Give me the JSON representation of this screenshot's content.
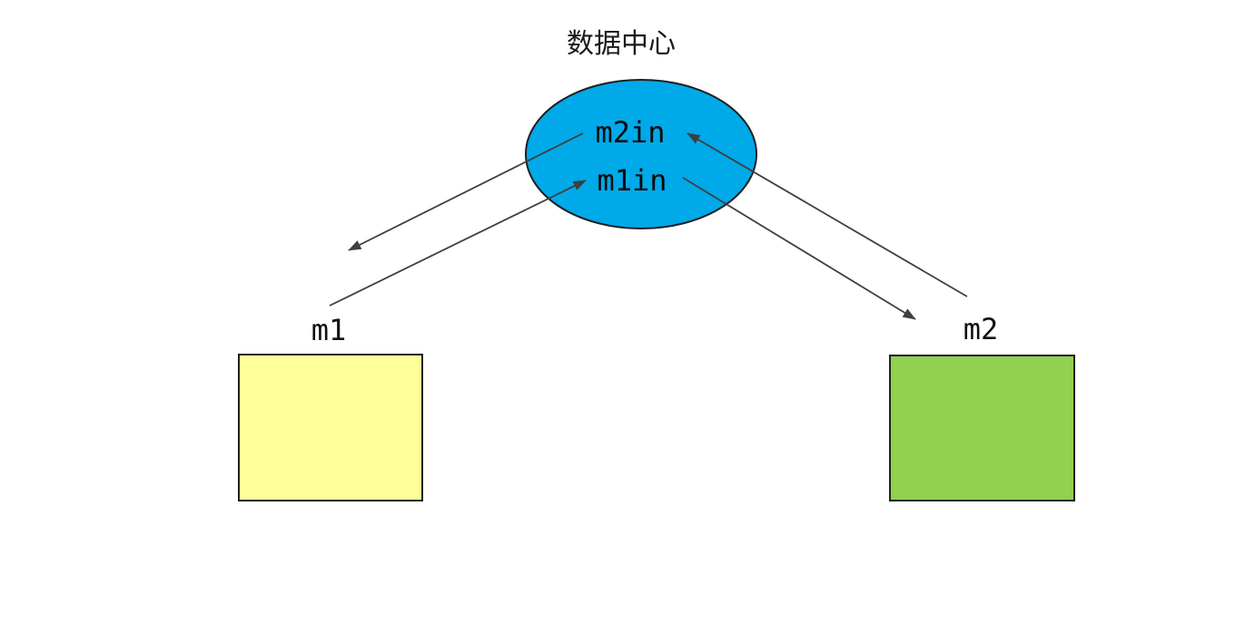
{
  "diagram": {
    "title": "数据中心",
    "hub": {
      "shape": "ellipse",
      "labels": [
        "m2in",
        "m1in"
      ]
    },
    "nodes": {
      "m1": {
        "label": "m1",
        "fill": "#ffff99"
      },
      "m2": {
        "label": "m2",
        "fill": "#92d050"
      }
    },
    "colors": {
      "hub_fill": "#00a9e8",
      "line": "#3f3f3f",
      "background": "#ffffff"
    },
    "edges": [
      {
        "from": "m1",
        "to": "数据中心",
        "arrow_at": "m1in"
      },
      {
        "from": "数据中心",
        "to": "m1",
        "arrow_at": "m1"
      },
      {
        "from": "m2",
        "to": "数据中心",
        "arrow_at": "m2in"
      },
      {
        "from": "数据中心",
        "to": "m2",
        "arrow_at": "m2"
      }
    ]
  }
}
